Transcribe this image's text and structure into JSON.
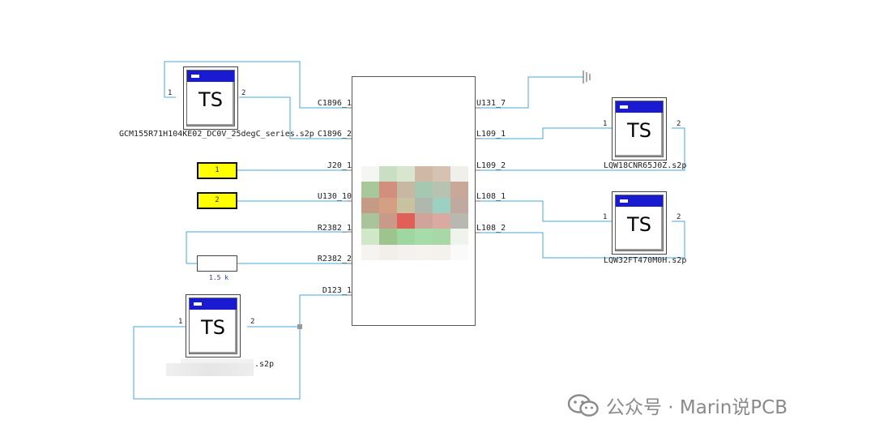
{
  "chip": {
    "left_pins": [
      "C1896_1",
      "C1896_2",
      "J20_1",
      "U130_10",
      "R2382_1",
      "R2382_2",
      "D123_1"
    ],
    "right_pins": [
      "U131_7",
      "L109_1",
      "L109_2",
      "L108_1",
      "L108_2"
    ]
  },
  "components": {
    "ts1": {
      "text": "TS",
      "port1": "1",
      "port2": "2",
      "label": "GCM155R71H104KE02_DC0V_25degC_series.s2p"
    },
    "ts2": {
      "text": "TS",
      "port1": "1",
      "port2": "2",
      "label": "LQW18CNR65J0Z.s2p"
    },
    "ts3": {
      "text": "TS",
      "port1": "1",
      "port2": "2",
      "label": "LQW32FT470M0H.s2p"
    },
    "ts4": {
      "text": "TS",
      "port1": "1",
      "port2": "2",
      "label": ".s2p"
    }
  },
  "ports": {
    "p1": "1",
    "p2": "2"
  },
  "resistor": {
    "value": "1.5 k"
  },
  "watermark": {
    "text": "公众号 · Marin说PCB"
  },
  "colors": {
    "wire": "#4aa8d8",
    "term_fill": "#ffff00",
    "ts_bar": "#1a1ad0"
  },
  "icons": [
    "wechat-icon",
    "ground-icon"
  ]
}
